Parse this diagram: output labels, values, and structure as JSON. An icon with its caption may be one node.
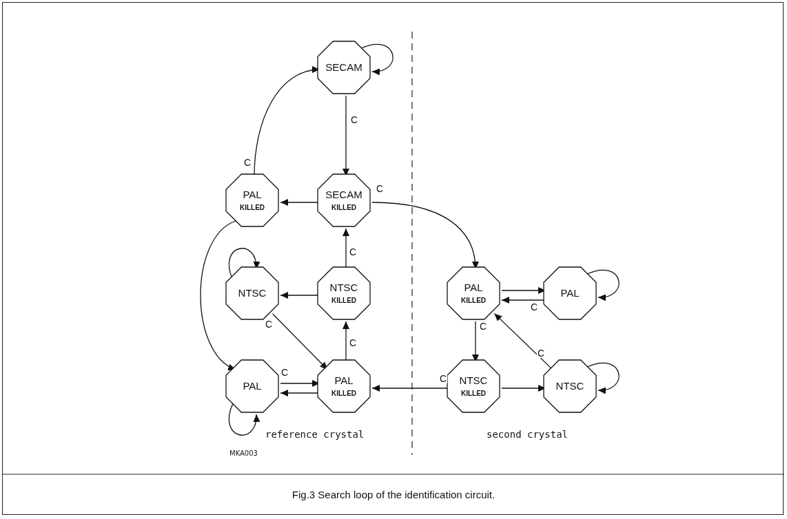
{
  "diagram": {
    "caption": "Fig.3 Search loop of the identification circuit.",
    "nodes": [
      {
        "text": [
          "SECAM"
        ]
      },
      {
        "text": [
          "PAL",
          "KILLED"
        ]
      },
      {
        "text": [
          "SECAM",
          "KILLED"
        ]
      },
      {
        "text": [
          "NTSC"
        ]
      },
      {
        "text": [
          "NTSC",
          "KILLED"
        ]
      },
      {
        "text": [
          "PAL"
        ]
      },
      {
        "text": [
          "PAL",
          "KILLED"
        ]
      },
      {
        "text": [
          "PAL",
          "KILLED"
        ]
      },
      {
        "text": [
          "PAL"
        ]
      },
      {
        "text": [
          "NTSC",
          "KILLED"
        ]
      },
      {
        "text": [
          "NTSC"
        ]
      }
    ],
    "edges": [
      {
        "from": 0,
        "to": 0,
        "arrow": "to"
      },
      {
        "from": 0,
        "to": 2,
        "arrow": "to",
        "label": "C"
      },
      {
        "from": 1,
        "to": 0,
        "arrow": "to",
        "label": "C"
      },
      {
        "from": 2,
        "to": 1,
        "arrow": "to"
      },
      {
        "from": 2,
        "to": 7,
        "arrow": "to",
        "label": "C"
      },
      {
        "from": 1,
        "to": 5,
        "arrow": "to"
      },
      {
        "from": 3,
        "to": 3,
        "arrow": "to"
      },
      {
        "from": 4,
        "to": 3,
        "arrow": "to"
      },
      {
        "from": 3,
        "to": 6,
        "arrow": "to",
        "label": "C"
      },
      {
        "from": 4,
        "to": 2,
        "arrow": "to",
        "label": "C"
      },
      {
        "from": 6,
        "to": 4,
        "arrow": "to",
        "label": "C"
      },
      {
        "from": 5,
        "to": 6,
        "arrow": "to",
        "label": "C"
      },
      {
        "from": 6,
        "to": 5,
        "arrow": "to"
      },
      {
        "from": 5,
        "to": 5,
        "arrow": "to"
      },
      {
        "from": 9,
        "to": 6,
        "arrow": "to",
        "label": "C"
      },
      {
        "from": 7,
        "to": 8,
        "arrow": "to"
      },
      {
        "from": 8,
        "to": 7,
        "arrow": "to",
        "label": "C"
      },
      {
        "from": 7,
        "to": 9,
        "arrow": "to",
        "label": "C"
      },
      {
        "from": 9,
        "to": 10,
        "arrow": "to"
      },
      {
        "from": 10,
        "to": 7,
        "arrow": "to",
        "label": "C"
      },
      {
        "from": 8,
        "to": 8,
        "arrow": "to"
      },
      {
        "from": 10,
        "to": 10,
        "arrow": "to"
      }
    ],
    "labels": [
      "reference crystal",
      "second crystal",
      "MKA003"
    ]
  }
}
